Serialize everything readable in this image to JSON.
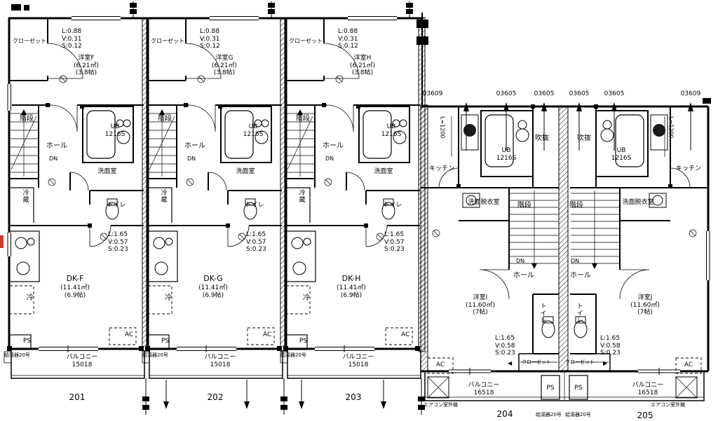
{
  "drawing": {
    "left_units": [
      {
        "room_block": "洋室F\n(6.21㎡)\n(3.8帖)",
        "dk_name": "DK-F",
        "dk_detail": "(11.41㎡)\n(6.9帖)",
        "unit_number": "201"
      },
      {
        "room_block": "洋室G\n(6.21㎡)\n(3.8帖)",
        "dk_name": "DK-G",
        "dk_detail": "(11.41㎡)\n(6.9帖)",
        "unit_number": "202"
      },
      {
        "room_block": "洋室H\n(6.21㎡)\n(3.8帖)",
        "dk_name": "DK-H",
        "dk_detail": "(11.41㎡)\n(6.9帖)",
        "unit_number": "203"
      }
    ],
    "left_common": {
      "closet": "クローゼット",
      "dims_top": "L:0.88\nV:0.31\nS:0.12",
      "stairs": "階段",
      "dn": "DN",
      "hall": "ホール",
      "ub_block": "UB\n1216S",
      "washroom": "洗面室",
      "fridge": "冷蔵",
      "toilet": "トイレ",
      "dims_mid": "L:1.65\nV:0.57\nS:0.23",
      "cold": "冷",
      "ps": "PS",
      "ac": "AC",
      "balcony_block": "バルコニー\n15018",
      "water_heater": "給湯器20号"
    },
    "right_block": {
      "dim_labels": [
        "03609",
        "03605",
        "03605",
        "03605",
        "03605",
        "03609"
      ],
      "l1200": "L=1200",
      "kitchen": "キッチン",
      "ub_block": "UB\n1216S",
      "void": "吹抜",
      "wash_dressing": "洗面脱衣室",
      "stairs": "階段",
      "dn": "DN",
      "hall": "ホール",
      "room_i_block": "洋室I\n(11.60㎡)\n(7帖)",
      "room_j_block": "洋室J\n(11.60㎡)\n(7帖)",
      "toilet": "トイレ",
      "dims": "L:1.65\nV:0.58\nS:0.23",
      "closet": "クローゼット",
      "closet_arrow_left": "◀",
      "closet_arrow_right": "▶",
      "ac": "AC",
      "balcony_block": "バルコニー\n16518",
      "ps": "PS",
      "outdoor_unit": "エアコン室外機",
      "water_heater": "給湯器20号",
      "unit_number_left": "204",
      "unit_number_right": "205"
    }
  }
}
